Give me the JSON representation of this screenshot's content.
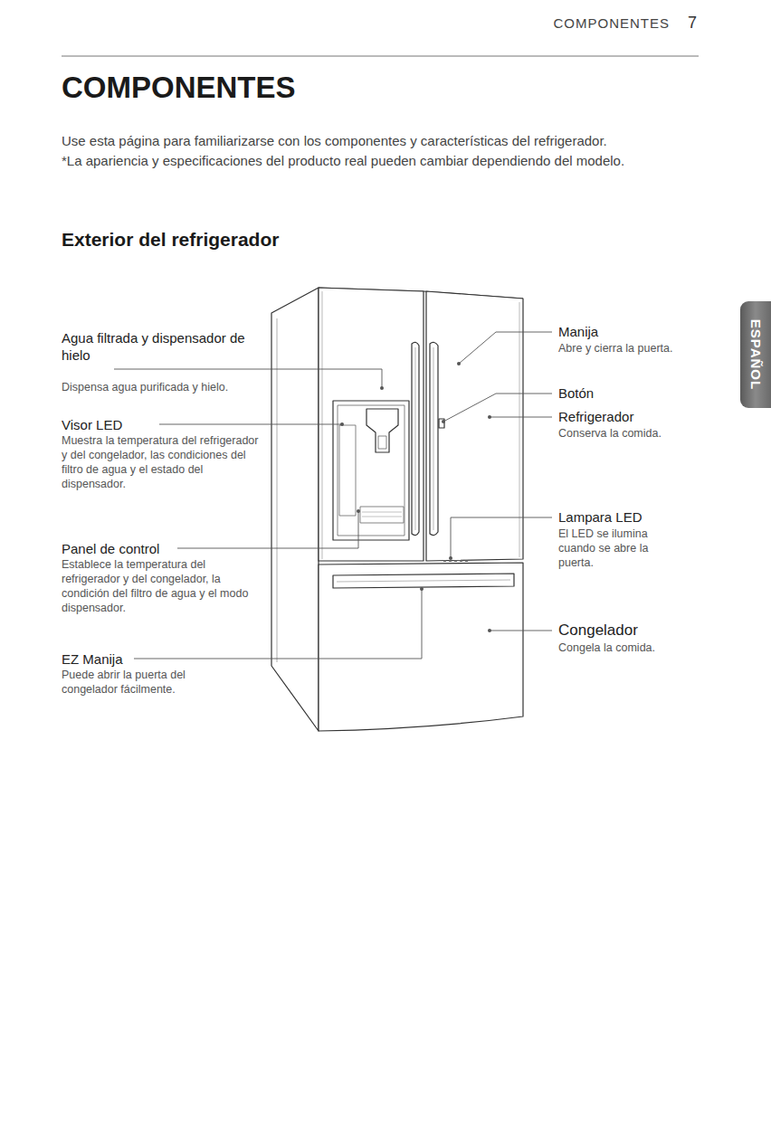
{
  "diagram": {
    "title": "COMPONENTES",
    "nodes": [
      {
        "text": [
          "ESPAÑOL"
        ]
      }
    ],
    "labels": [
      "COMPONENTES",
      "7",
      "Use esta página para familiarizarse con los componentes y características del refrigerador.",
      "*La apariencia y especificaciones del producto real pueden cambiar dependiendo del modelo.",
      "Exterior del refrigerador",
      "Agua filtrada y dispensador de hielo",
      "Dispensa agua purificada y hielo.",
      "Visor LED",
      "Muestra la temperatura del refrigerador y del congelador, las condiciones del filtro de agua y el estado del dispensador.",
      "Panel de control",
      "Establece la temperatura del refrigerador y del congelador, la condición del filtro de agua y el modo dispensador.",
      "EZ Manija",
      "Puede abrir la puerta del congelador fácilmente.",
      "Manija",
      "Abre y cierra la puerta.",
      "Botón",
      "Refrigerador",
      "Conserva la comida.",
      "Lampara LED",
      "El LED se ilumina cuando se abre la puerta.",
      "Congelador",
      "Congela la comida."
    ]
  }
}
